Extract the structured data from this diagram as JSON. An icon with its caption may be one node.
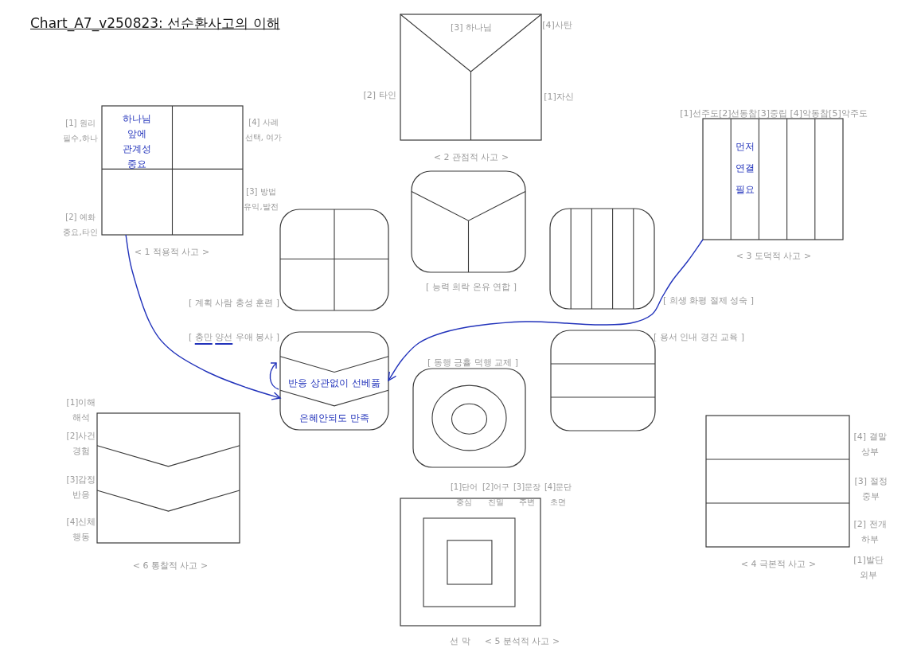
{
  "diagram": {
    "title": "Chart_A7_v250823: 선순환사고의 이해",
    "nodes": [
      {
        "text": [
          "[3] 하나님"
        ],
        "beside": [
          "[4]사탄",
          "[2] 타인",
          "[1]자신",
          "< 2 관점적 사고 >"
        ]
      },
      {
        "text": [
          "하나님 앞에 관계성 중요"
        ],
        "beside": [
          "[1] 원리 필수,하나",
          "[4] 사례 선택, 여가",
          "[3] 방법 유익,발전",
          "[2] 예화 중요,타인",
          "< 1 적용적 사고 >"
        ]
      },
      {
        "text": [
          "먼저 연결 필요"
        ],
        "beside": [
          "[1]선주도[2]선동참[3]중립 [4]악동참[5]악주도",
          "< 3 도덕적 사고 >"
        ]
      },
      {
        "text": [],
        "shape": "box",
        "beside": [
          "[ 능력 희락 온유 연합 ]"
        ]
      },
      {
        "text": [],
        "shape": "box",
        "beside": [
          "[ 계획 사람 충성 훈련 ]"
        ]
      },
      {
        "text": [],
        "shape": "box",
        "beside": [
          "[ 희생 화평 절제 성숙 ]"
        ]
      },
      {
        "text": [
          "반응 상관없이 선베풂",
          "은혜안되도 만족"
        ],
        "beside": [
          "[ 충만 양선 우애 봉사 ]"
        ]
      },
      {
        "text": [],
        "shape": "box",
        "beside": [
          "[ 용서 인내 경건 교육 ]"
        ]
      },
      {
        "text": [],
        "shape": "box",
        "beside": [
          "[ 동행 긍휼 덕행 교제 ]"
        ]
      },
      {
        "text": [],
        "shape": "box",
        "beside": [
          "[1]이해 해석",
          "[2]사건 경험",
          "[3]감정 반응",
          "[4]신체 행동",
          "< 6 통찰적 사고 >"
        ]
      },
      {
        "text": [],
        "shape": "box",
        "beside": [
          "[4] 결말 상부",
          "[3] 절정 중부",
          "[2] 전개 하부",
          "[1]발단 외부",
          "< 4 극본적 사고 >"
        ]
      },
      {
        "text": [],
        "shape": "box",
        "beside": [
          "[1]단어 중심",
          "[2]어구 친밀",
          "[3]문장 주변",
          "[4]문단 초면",
          "선 막",
          "< 5 분석적 사고 >"
        ]
      }
    ],
    "edges": [
      {
        "from": 1,
        "to": 6,
        "arrow": "to"
      },
      {
        "from": 2,
        "to": 6,
        "arrow": "to"
      }
    ]
  }
}
